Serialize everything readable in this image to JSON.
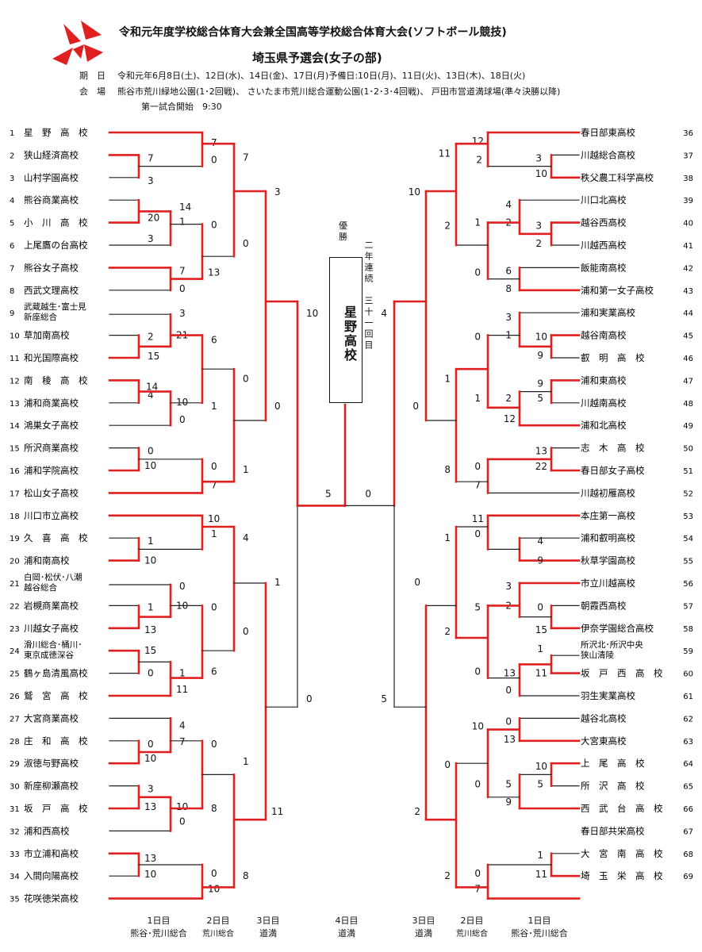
{
  "header": {
    "title": "令和元年度学校総合体育大会兼全国高等学校総合体育大会(ソフトボール競技)",
    "subtitle": "埼玉県予選会(女子の部)",
    "dates_label": "期　日",
    "dates": "令和元年6月8日(土)、12日(水)、14日(金)、17日(月)予備日:10日(月)、11日(火)、13日(木)、18日(火)",
    "venue_label": "会　場",
    "venue": "熊谷市荒川緑地公園(1･2回戦)、 さいたま市荒川総合運動公園(1･2･3･4回戦)、 戸田市営道満球場(準々決勝以降)",
    "start_time": "第一試合開始　9:30"
  },
  "champion": {
    "label": "優勝",
    "school": "星野高校",
    "note": "二年連続　三十一回目"
  },
  "colors": {
    "win": "#e02020",
    "line": "#222222"
  },
  "left_teams": [
    {
      "no": "1",
      "name": "星　野　高　校"
    },
    {
      "no": "2",
      "name": "狭山経済高校"
    },
    {
      "no": "3",
      "name": "山村学園高校"
    },
    {
      "no": "4",
      "name": "熊谷商業高校"
    },
    {
      "no": "5",
      "name": "小　川　高　校"
    },
    {
      "no": "6",
      "name": "上尾鷹の台高校"
    },
    {
      "no": "7",
      "name": "熊谷女子高校"
    },
    {
      "no": "8",
      "name": "西武文理高校"
    },
    {
      "no": "9",
      "name": "武蔵越生･富士見|新座総合"
    },
    {
      "no": "10",
      "name": "草加南高校"
    },
    {
      "no": "11",
      "name": "和光国際高校"
    },
    {
      "no": "12",
      "name": "南　稜　高　校"
    },
    {
      "no": "13",
      "name": "浦和商業高校"
    },
    {
      "no": "14",
      "name": "鴻巣女子高校"
    },
    {
      "no": "15",
      "name": "所沢商業高校"
    },
    {
      "no": "16",
      "name": "浦和学院高校"
    },
    {
      "no": "17",
      "name": "松山女子高校"
    },
    {
      "no": "18",
      "name": "川口市立高校"
    },
    {
      "no": "19",
      "name": "久　喜　高　校"
    },
    {
      "no": "20",
      "name": "浦和南高校"
    },
    {
      "no": "21",
      "name": "白岡･松伏･八潮|越谷総合"
    },
    {
      "no": "22",
      "name": "岩槻商業高校"
    },
    {
      "no": "23",
      "name": "川越女子高校"
    },
    {
      "no": "24",
      "name": "滑川総合･桶川･|東京成徳深谷"
    },
    {
      "no": "25",
      "name": "鶴ヶ島清風高校"
    },
    {
      "no": "26",
      "name": "鷲　宮　高　校"
    },
    {
      "no": "27",
      "name": "大宮商業高校"
    },
    {
      "no": "28",
      "name": "庄　和　高　校"
    },
    {
      "no": "29",
      "name": "淑徳与野高校"
    },
    {
      "no": "30",
      "name": "新座柳瀬高校"
    },
    {
      "no": "31",
      "name": "坂　戸　高　校"
    },
    {
      "no": "32",
      "name": "浦和西高校"
    },
    {
      "no": "33",
      "name": "市立浦和高校"
    },
    {
      "no": "34",
      "name": "入間向陽高校"
    },
    {
      "no": "35",
      "name": "花咲徳栄高校"
    }
  ],
  "right_teams": [
    {
      "no": "36",
      "name": "春日部東高校"
    },
    {
      "no": "37",
      "name": "川越総合高校"
    },
    {
      "no": "38",
      "name": "秩父農工科学高校"
    },
    {
      "no": "39",
      "name": "川口北高校"
    },
    {
      "no": "40",
      "name": "越谷西高校"
    },
    {
      "no": "41",
      "name": "川越西高校"
    },
    {
      "no": "42",
      "name": "飯能南高校"
    },
    {
      "no": "43",
      "name": "浦和第一女子高校"
    },
    {
      "no": "44",
      "name": "浦和実業高校"
    },
    {
      "no": "45",
      "name": "越谷南高校"
    },
    {
      "no": "46",
      "name": "叡　明　高　校"
    },
    {
      "no": "47",
      "name": "浦和東高校"
    },
    {
      "no": "48",
      "name": "川越南高校"
    },
    {
      "no": "49",
      "name": "浦和北高校"
    },
    {
      "no": "50",
      "name": "志　木　高　校"
    },
    {
      "no": "51",
      "name": "春日部女子高校"
    },
    {
      "no": "52",
      "name": "川越初雁高校"
    },
    {
      "no": "53",
      "name": "本庄第一高校"
    },
    {
      "no": "54",
      "name": "浦和叡明高校"
    },
    {
      "no": "55",
      "name": "秋草学園高校"
    },
    {
      "no": "56",
      "name": "市立川越高校"
    },
    {
      "no": "57",
      "name": "朝霞西高校"
    },
    {
      "no": "58",
      "name": "伊奈学園総合高校"
    },
    {
      "no": "59",
      "name": "所沢北･所沢中央|狭山清陵"
    },
    {
      "no": "60",
      "name": "坂　戸　西　高　校"
    },
    {
      "no": "61",
      "name": "羽生実業高校"
    },
    {
      "no": "62",
      "name": "越谷北高校"
    },
    {
      "no": "63",
      "name": "大宮東高校"
    },
    {
      "no": "64",
      "name": "上　尾　高　校"
    },
    {
      "no": "65",
      "name": "所　沢　高　校"
    },
    {
      "no": "66",
      "name": "西　武　台　高　校"
    },
    {
      "no": "67",
      "name": "春日部共栄高校"
    },
    {
      "no": "68",
      "name": "大　宮　南　高　校"
    },
    {
      "no": "69",
      "name": "埼　玉　栄　高　校"
    }
  ],
  "footer": {
    "day1": "1日目",
    "venue1": "熊谷･荒川総合",
    "day2": "2日目",
    "venue2": "荒川総合",
    "day3": "3日目",
    "venue3": "道満",
    "day4": "4日目",
    "venue4": "道満"
  }
}
